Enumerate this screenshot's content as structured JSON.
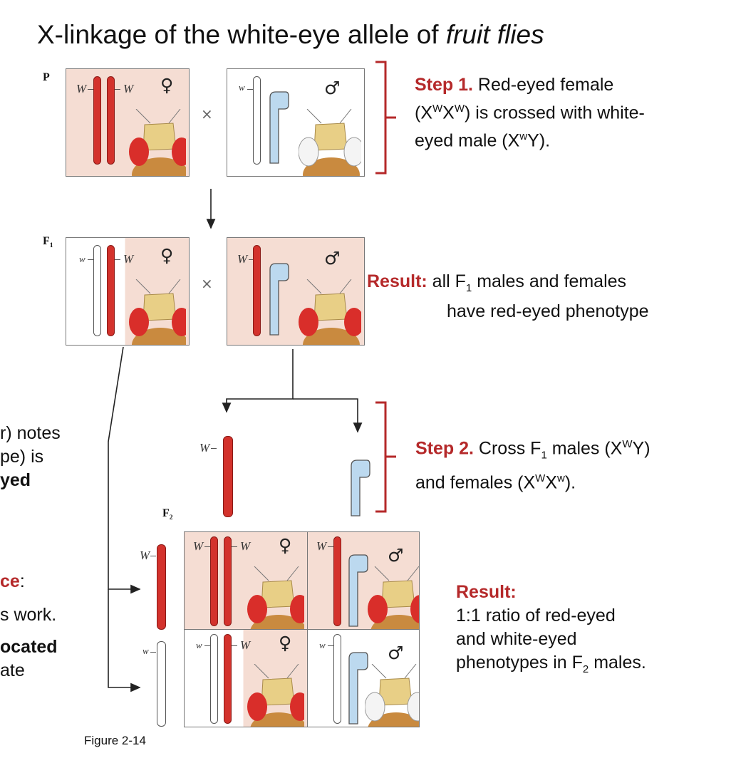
{
  "title": {
    "main": "X-linkage of the white-eye allele of ",
    "italic": "fruit flies"
  },
  "generations": {
    "p": "P",
    "f1": "F",
    "f1_sub": "1",
    "f2": "F",
    "f2_sub": "2"
  },
  "alleles": {
    "dominant": "W",
    "recessive": "w"
  },
  "symbols": {
    "female": "♀",
    "male": "♂",
    "cross": "×"
  },
  "step1": {
    "heading": "Step 1.",
    "line1": " Red-eyed female",
    "line2_a": "(X",
    "line2_sup1": "W",
    "line2_b": "X",
    "line2_sup2": "W",
    "line2_c": ") is crossed with white-",
    "line3_a": "eyed male (X",
    "line3_sup": "w",
    "line3_b": "Y)."
  },
  "result1": {
    "heading": "Result:",
    "line1_a": " all F",
    "line1_sub": "1",
    "line1_b": " males and females",
    "line2": "have red-eyed phenotype"
  },
  "step2": {
    "heading": "Step 2.",
    "line1_a": " Cross F",
    "line1_sub": "1",
    "line1_b": " males (X",
    "line1_sup": "W",
    "line1_c": "Y)",
    "line2_a": "and females (X",
    "line2_sup1": "W",
    "line2_b": "X",
    "line2_sup2": "w",
    "line2_c": ")."
  },
  "result2": {
    "heading": "Result:",
    "line1": "1:1 ratio of red-eyed",
    "line2": "and white-eyed",
    "line3_a": "phenotypes in F",
    "line3_sub": "2",
    "line3_b": " males."
  },
  "left_fragments": {
    "f1": "r) notes",
    "f2": "pe) is",
    "f3": "yed",
    "f4": "ce",
    "f4_colon": ":",
    "f5": "s work.",
    "f6": "ocated",
    "f7": "ate"
  },
  "figure_caption": "Figure 2-14",
  "colors": {
    "accent_red": "#b5292a",
    "chrom_red": "#d3322c",
    "pink_bg": "#f5ddd3",
    "y_blue": "#bcd9ef"
  }
}
